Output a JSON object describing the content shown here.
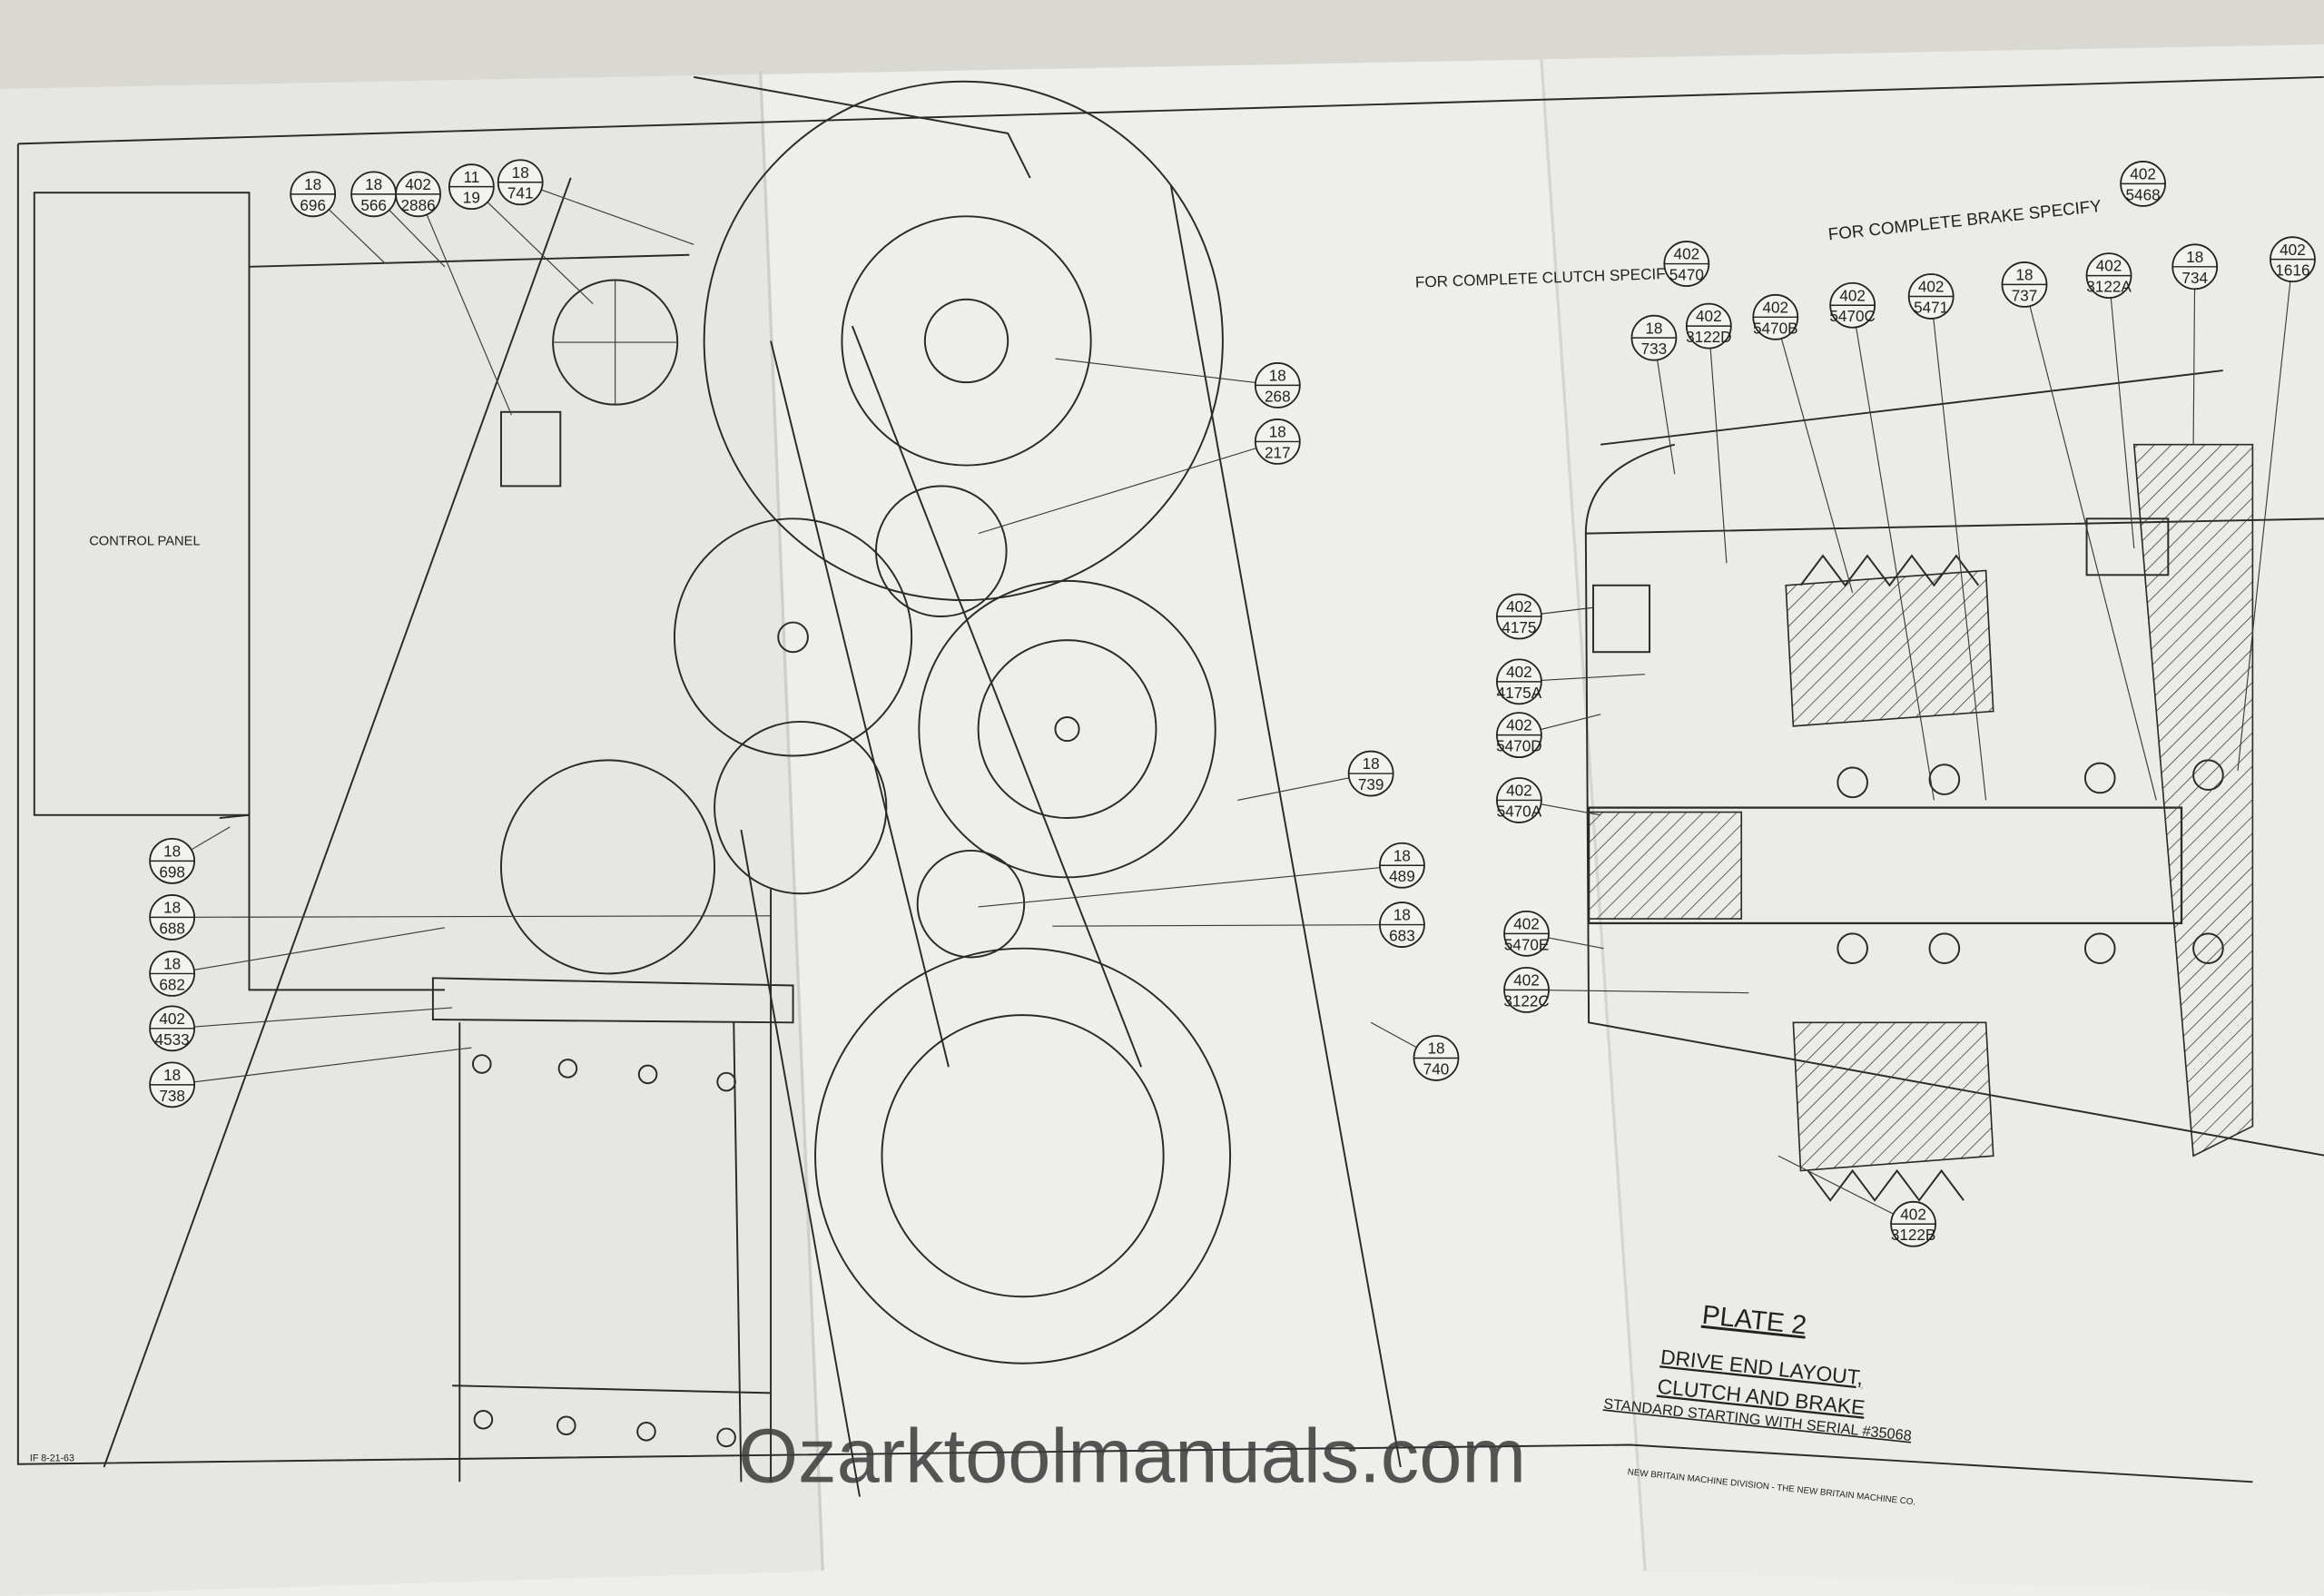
{
  "drawing": {
    "control_panel": "CONTROL PANEL",
    "clutch_note": "FOR COMPLETE CLUTCH SPECIFY",
    "brake_note": "FOR COMPLETE BRAKE SPECIFY",
    "plate": "PLATE 2",
    "title_line1": "DRIVE END LAYOUT,",
    "title_line2": "CLUTCH AND BRAKE",
    "subtitle": "STANDARD STARTING WITH SERIAL #35068",
    "company": "NEW BRITAIN MACHINE DIVISION - THE NEW BRITAIN MACHINE CO.",
    "date_stamp": "IF 8-21-63",
    "watermark": "Ozarktoolmanuals.com"
  },
  "balloons": [
    {
      "top": "18",
      "bottom": "696"
    },
    {
      "top": "18",
      "bottom": "566"
    },
    {
      "top": "402",
      "bottom": "2886"
    },
    {
      "top": "11",
      "bottom": "19"
    },
    {
      "top": "18",
      "bottom": "741"
    },
    {
      "top": "18",
      "bottom": "268"
    },
    {
      "top": "18",
      "bottom": "217"
    },
    {
      "top": "18",
      "bottom": "739"
    },
    {
      "top": "18",
      "bottom": "489"
    },
    {
      "top": "18",
      "bottom": "683"
    },
    {
      "top": "18",
      "bottom": "740"
    },
    {
      "top": "18",
      "bottom": "698"
    },
    {
      "top": "18",
      "bottom": "688"
    },
    {
      "top": "18",
      "bottom": "682"
    },
    {
      "top": "402",
      "bottom": "4533"
    },
    {
      "top": "18",
      "bottom": "738"
    },
    {
      "top": "402",
      "bottom": "5470"
    },
    {
      "top": "402",
      "bottom": "5468"
    },
    {
      "top": "18",
      "bottom": "733"
    },
    {
      "top": "402",
      "bottom": "3122D"
    },
    {
      "top": "402",
      "bottom": "5470B"
    },
    {
      "top": "402",
      "bottom": "5470C"
    },
    {
      "top": "402",
      "bottom": "5471"
    },
    {
      "top": "18",
      "bottom": "737"
    },
    {
      "top": "402",
      "bottom": "3122A"
    },
    {
      "top": "18",
      "bottom": "734"
    },
    {
      "top": "402",
      "bottom": "1616"
    },
    {
      "top": "402",
      "bottom": "4175"
    },
    {
      "top": "402",
      "bottom": "4175A"
    },
    {
      "top": "402",
      "bottom": "5470D"
    },
    {
      "top": "402",
      "bottom": "5470A"
    },
    {
      "top": "402",
      "bottom": "5470E"
    },
    {
      "top": "402",
      "bottom": "3122C"
    },
    {
      "top": "402",
      "bottom": "3122B"
    }
  ]
}
